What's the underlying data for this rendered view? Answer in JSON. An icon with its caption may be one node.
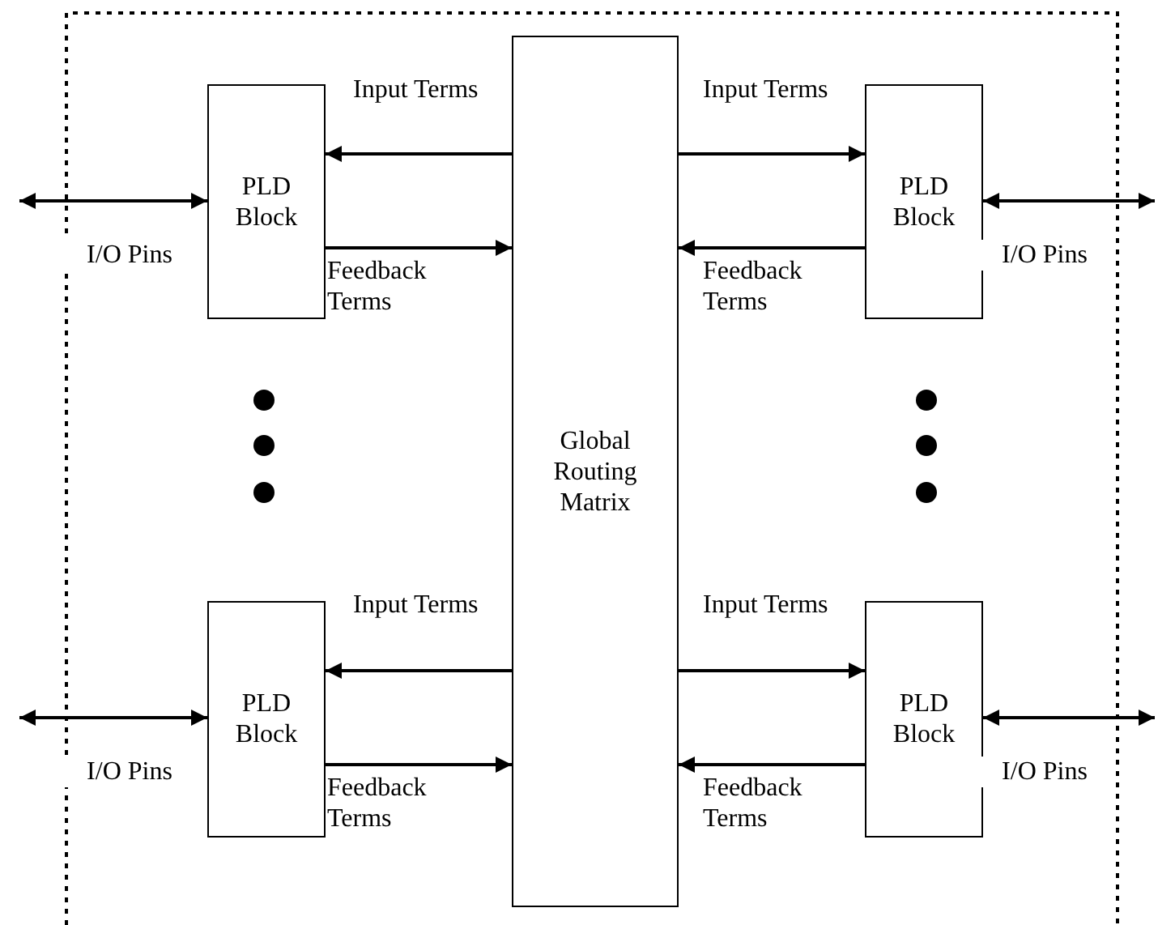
{
  "diagram": {
    "nodes": [
      {
        "text": [
          "PLD Block"
        ]
      },
      {
        "text": [
          "Global Routing Matrix"
        ]
      },
      {
        "text": [
          "PLD Block"
        ]
      },
      {
        "text": [
          "PLD Block"
        ]
      },
      {
        "text": [
          "PLD Block"
        ]
      }
    ],
    "edges": [
      {
        "from": null,
        "to": 0,
        "arrow": "both",
        "label": "I/O Pins"
      },
      {
        "from": 1,
        "to": 0,
        "arrow": "to",
        "label": "Input Terms"
      },
      {
        "from": 0,
        "to": 1,
        "arrow": "to",
        "label": "Feedback Terms"
      },
      {
        "from": 1,
        "to": 2,
        "arrow": "to",
        "label": "Input Terms"
      },
      {
        "from": 2,
        "to": 1,
        "arrow": "to",
        "label": "Feedback Terms"
      },
      {
        "from": 2,
        "to": null,
        "arrow": "both",
        "label": "I/O Pins"
      },
      {
        "from": null,
        "to": 3,
        "arrow": "both",
        "label": "I/O Pins"
      },
      {
        "from": 1,
        "to": 3,
        "arrow": "to",
        "label": "Input Terms"
      },
      {
        "from": 3,
        "to": 1,
        "arrow": "to",
        "label": "Feedback Terms"
      },
      {
        "from": 1,
        "to": 4,
        "arrow": "to",
        "label": "Input Terms"
      },
      {
        "from": 4,
        "to": 1,
        "arrow": "to",
        "label": "Feedback Terms"
      },
      {
        "from": 4,
        "to": null,
        "arrow": "both",
        "label": "I/O Pins"
      }
    ]
  }
}
